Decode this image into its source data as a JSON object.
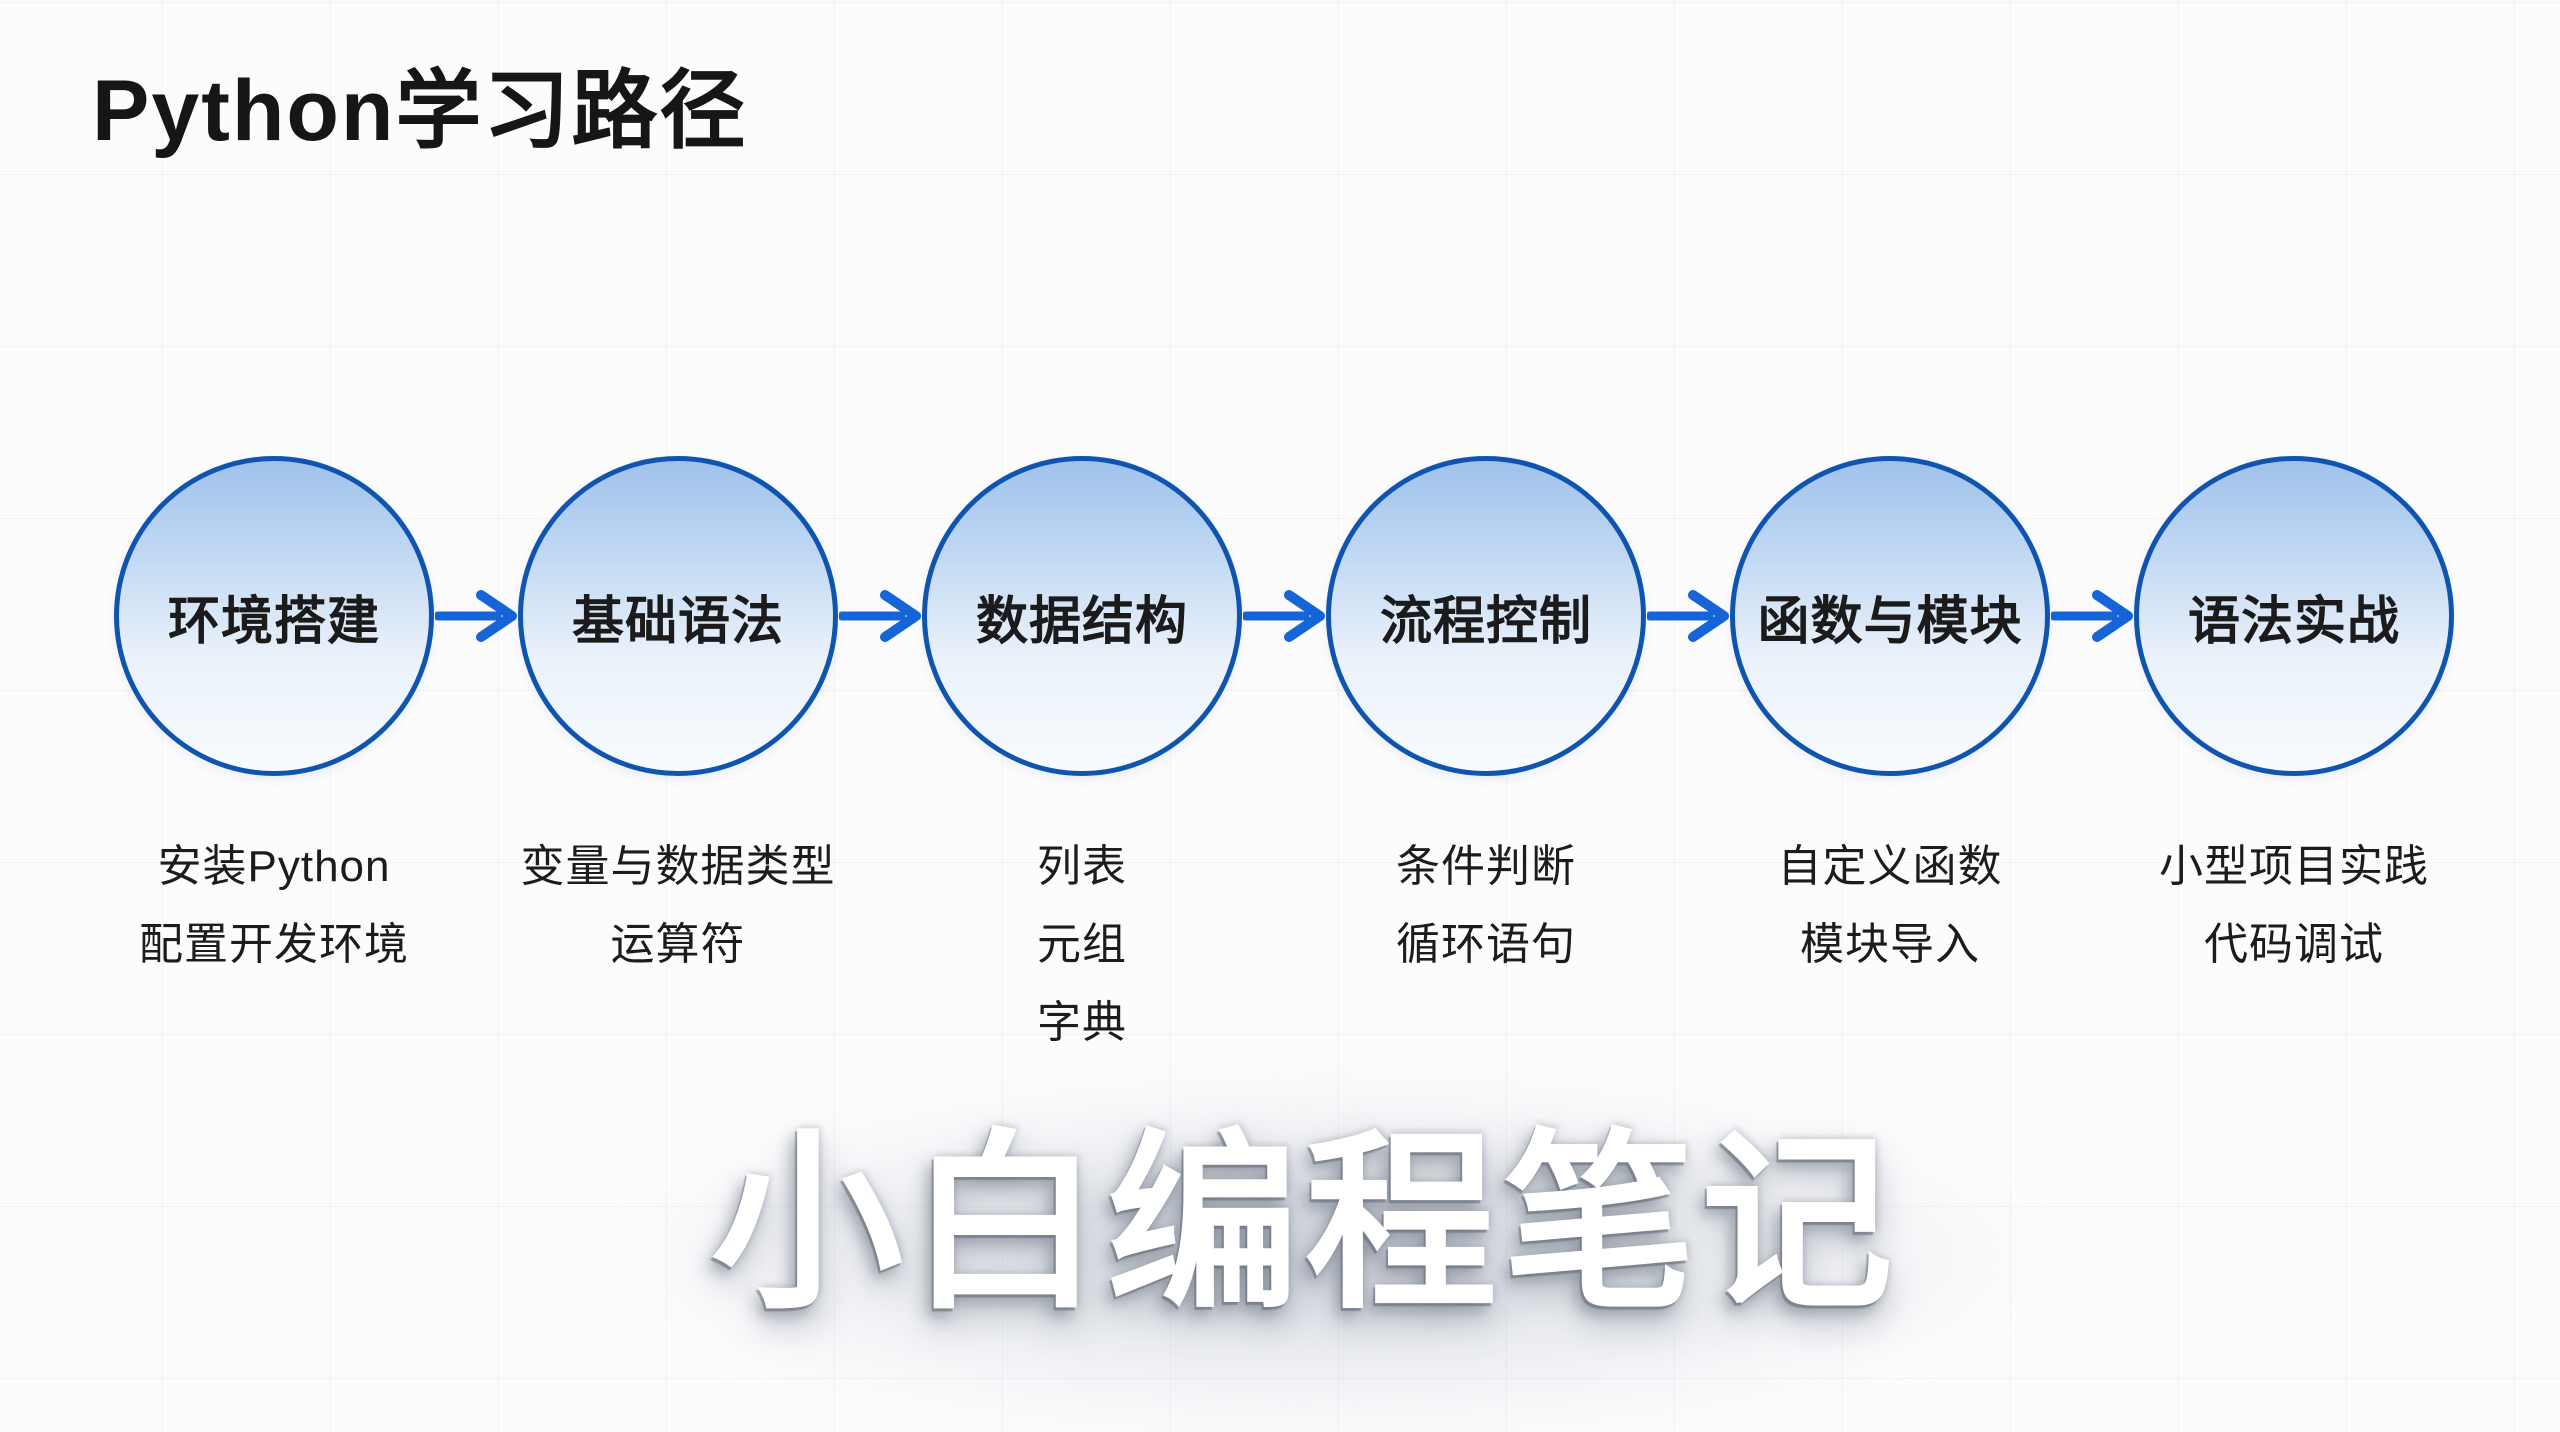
{
  "page": {
    "title": "Python学习路径",
    "watermark": "小白编程笔记"
  },
  "colors": {
    "background": "#fcfcfd",
    "grid_line": "#ededef",
    "circle_border": "#0f55b0",
    "circle_fill_top": "#9fc2ec",
    "circle_fill_bottom": "#f8fbfe",
    "arrow": "#1565d8",
    "text": "#1c1c1c",
    "watermark_fill": "#ffffff",
    "watermark_shadow": "#6e7684"
  },
  "steps": [
    {
      "label": "环境搭建",
      "details": [
        "安装Python",
        "配置开发环境"
      ]
    },
    {
      "label": "基础语法",
      "details": [
        "变量与数据类型",
        "运算符"
      ]
    },
    {
      "label": "数据结构",
      "details": [
        "列表",
        "元组",
        "字典"
      ]
    },
    {
      "label": "流程控制",
      "details": [
        "条件判断",
        "循环语句"
      ]
    },
    {
      "label": "函数与模块",
      "details": [
        "自定义函数",
        "模块导入"
      ]
    },
    {
      "label": "语法实战",
      "details": [
        "小型项目实践",
        "代码调试"
      ]
    }
  ],
  "icons": {
    "flow_arrow": "right-arrow"
  }
}
